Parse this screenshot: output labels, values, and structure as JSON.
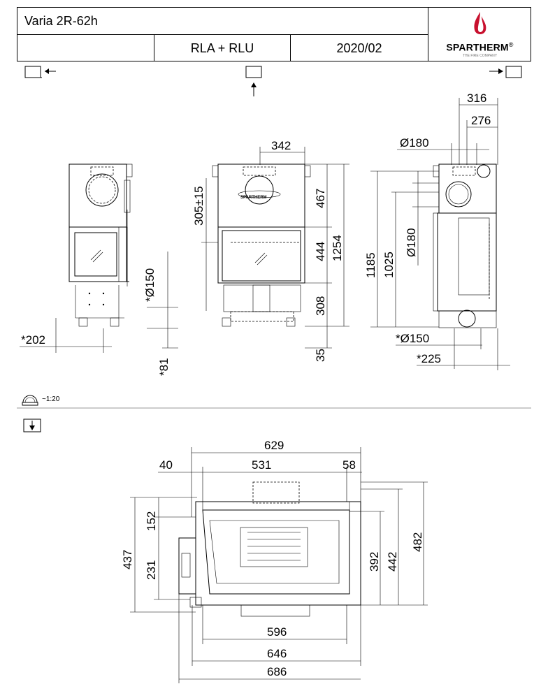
{
  "header": {
    "title": "Varia 2R-62h",
    "model": "RLA + RLU",
    "date": "2020/02"
  },
  "logo": {
    "name": "SPARTHERM",
    "registered": "®",
    "tagline": "THE FIRE COMPANY",
    "flame_color": "#c8102e"
  },
  "scale": "~1:20",
  "dimensions": {
    "d202": "*202",
    "d150a": "*Ø150",
    "d81": "*81",
    "d342": "342",
    "d305": "305±15",
    "d467": "467",
    "d444": "444",
    "d1254": "1254",
    "d308": "308",
    "d35": "35",
    "d316": "316",
    "d276": "276",
    "d180a": "Ø180",
    "d180b": "Ø180",
    "d1185": "1185",
    "d1025": "1025",
    "d150b": "*Ø150",
    "d225": "*225",
    "d629": "629",
    "d40": "40",
    "d531": "531",
    "d58": "58",
    "d152": "152",
    "d437": "437",
    "d231": "231",
    "d392": "392",
    "d442": "442",
    "d482": "482",
    "d596": "596",
    "d646": "646",
    "d686": "686"
  }
}
